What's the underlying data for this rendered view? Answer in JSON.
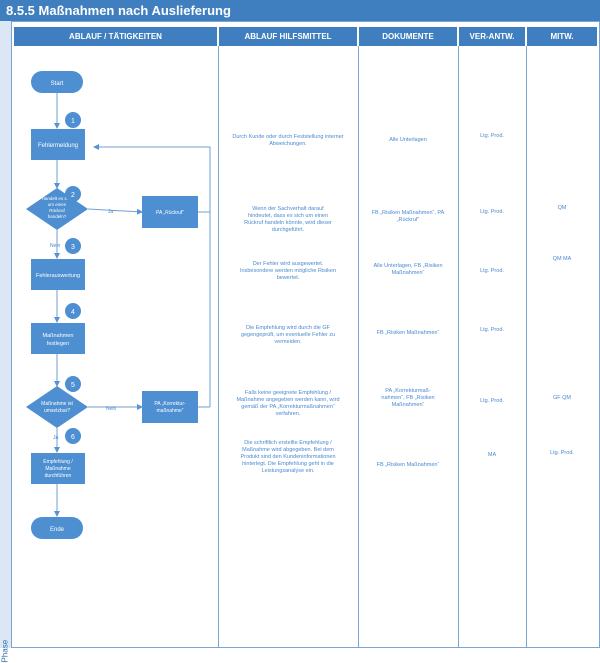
{
  "title": "8.5.5 Maßnahmen nach Auslieferung",
  "phase_label": "Phase",
  "columns": {
    "activity": "ABLAUF / TÄTIGKEITEN",
    "tools": "ABLAUF HILFSMITTEL",
    "documents": "DOKUMENTE",
    "responsible": "VER-ANTW.",
    "participating": "MITW."
  },
  "shapes": {
    "start": "Start",
    "end": "Ende",
    "process1": "Fehlermeldung",
    "decision2": [
      "Handelt es sich",
      "um einen",
      "Rückruf",
      "handeln?"
    ],
    "process3": "Fehlerauswertung",
    "process4": [
      "Maßnahmen",
      "festlegen"
    ],
    "decision5": [
      "Maßnahme ist",
      "umsetzbar?"
    ],
    "process6": [
      "Empfehlung /",
      "Maßnahme",
      "durchführen"
    ],
    "side2": "PA „Rückruf“",
    "side5": [
      "PA „Korrektur-",
      "maßnahme“"
    ]
  },
  "numbers": [
    "1",
    "2",
    "3",
    "4",
    "5",
    "6"
  ],
  "edge_labels": {
    "ja2": "Ja",
    "nein2": "Nein",
    "nein5": "Nein",
    "ja5": "Ja"
  },
  "rows": [
    {
      "tools": "Durch Kunde oder durch Feststellung interner Abweichungen.",
      "documents": "Alle Unterlagen",
      "responsible": "Ltg. Prod.",
      "participating": ""
    },
    {
      "tools": "Wenn der Sachverhalt darauf hindeutet, dass es sich um einen Rückruf handeln könnte, wird dieser durchgeführt.",
      "documents": "FB „Risiken Maßnahmen“, PA „Rückruf“",
      "responsible": "Ltg. Prod.",
      "participating": "QM"
    },
    {
      "tools": "Der Fehler wird ausgewertet. Insbesondere werden mögliche Risiken bewertet.",
      "documents": "Alle Unterlagen, FB „Risiken Maßnahmen“",
      "responsible": "Ltg. Prod.",
      "participating": "QM MA"
    },
    {
      "tools": "Die Empfehlung wird durch die GF gegengeprüft, um eventuelle Fehler zu vermeiden.",
      "documents": "FB „Risiken Maßnahmen“",
      "responsible": "Ltg. Prod.",
      "participating": ""
    },
    {
      "tools": "Falls keine geeignete Empfehlung / Maßnahme angegeben werden kann, wird gemäß der PA „Korrekturmaßnahmen“ verfahren.",
      "documents": "PA „Korrekturmaß-nahmen“, FB „Risiken Maßnahmen“",
      "responsible": "Ltg. Prod.",
      "participating": "GF QM"
    },
    {
      "tools": "Die schriftlich erstellte Empfehlung / Maßnahme wird abgegeben. Bei dem Produkt sind den Kundeninformationen hinterlegt. Die Empfehlung geht in die Leistungsanalyse ein.",
      "documents": "FB „Risiken Maßnahmen“",
      "responsible": "MA",
      "participating": "Ltg. Prod."
    }
  ],
  "colors": {
    "primary": "#3f7fbf",
    "shape": "#4d8fd1",
    "text_light": "#4a8ad0",
    "line": "#7aa6d6"
  }
}
